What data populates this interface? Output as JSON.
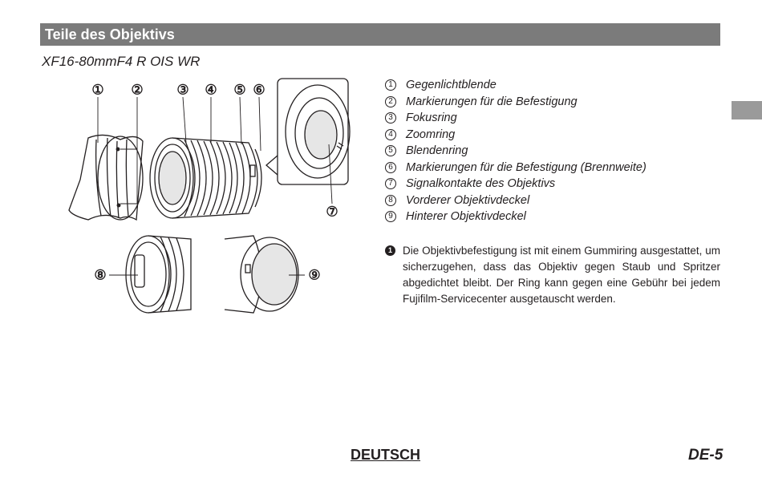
{
  "section": {
    "title": "Teile des Objektivs"
  },
  "model": "XF16-80mmF4 R OIS WR",
  "callouts": [
    "①",
    "②",
    "③",
    "④",
    "⑤",
    "⑥",
    "⑦",
    "⑧",
    "⑨"
  ],
  "parts": [
    {
      "num": "1",
      "label": "Gegenlichtblende"
    },
    {
      "num": "2",
      "label": "Markierungen für die Befestigung"
    },
    {
      "num": "3",
      "label": "Fokusring"
    },
    {
      "num": "4",
      "label": "Zoomring"
    },
    {
      "num": "5",
      "label": "Blendenring"
    },
    {
      "num": "6",
      "label": "Markierungen für die Befestigung (Brennweite)"
    },
    {
      "num": "7",
      "label": "Signalkontakte des Objektivs"
    },
    {
      "num": "8",
      "label": "Vorderer Objektivdeckel"
    },
    {
      "num": "9",
      "label": "Hinterer Objektivdeckel"
    }
  ],
  "note": {
    "mark": "1",
    "text": "Die Objektivbefestigung ist mit einem Gummiring ausgestattet, um sicherzugehen, dass das Objektiv gegen Staub und Spritzer abgedichtet bleibt. Der Ring kann gegen eine Gebühr bei jedem Fujifilm-Servicecenter ausgetauscht werden."
  },
  "footer": {
    "language": "DEUTSCH",
    "page": "DE-5"
  }
}
